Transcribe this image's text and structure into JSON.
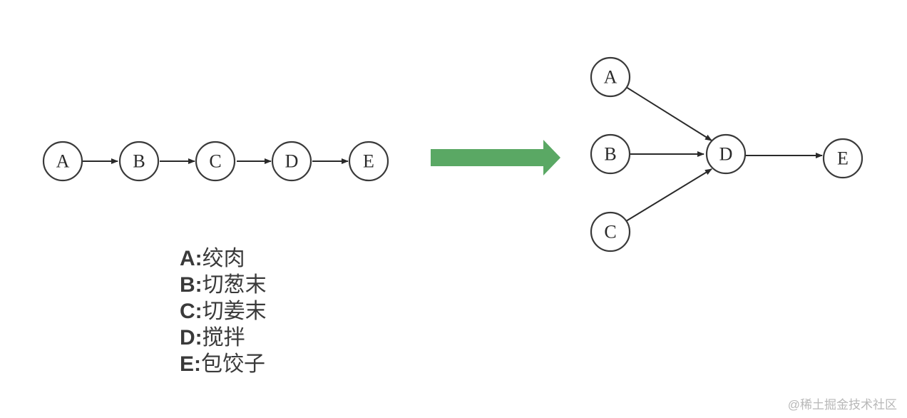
{
  "linear_diagram": {
    "nodes": [
      "A",
      "B",
      "C",
      "D",
      "E"
    ],
    "edges": [
      [
        "A",
        "B"
      ],
      [
        "B",
        "C"
      ],
      [
        "C",
        "D"
      ],
      [
        "D",
        "E"
      ]
    ]
  },
  "transition_arrow": {
    "color": "#5aa864"
  },
  "parallel_diagram": {
    "nodes": [
      "A",
      "B",
      "C",
      "D",
      "E"
    ],
    "edges": [
      [
        "A",
        "D"
      ],
      [
        "B",
        "D"
      ],
      [
        "C",
        "D"
      ],
      [
        "D",
        "E"
      ]
    ]
  },
  "legend": [
    {
      "key": "A",
      "text": "绞肉"
    },
    {
      "key": "B",
      "text": "切葱末"
    },
    {
      "key": "C",
      "text": "切姜末"
    },
    {
      "key": "D",
      "text": "搅拌"
    },
    {
      "key": "E",
      "text": "包饺子"
    }
  ],
  "watermark": "@稀土掘金技术社区"
}
